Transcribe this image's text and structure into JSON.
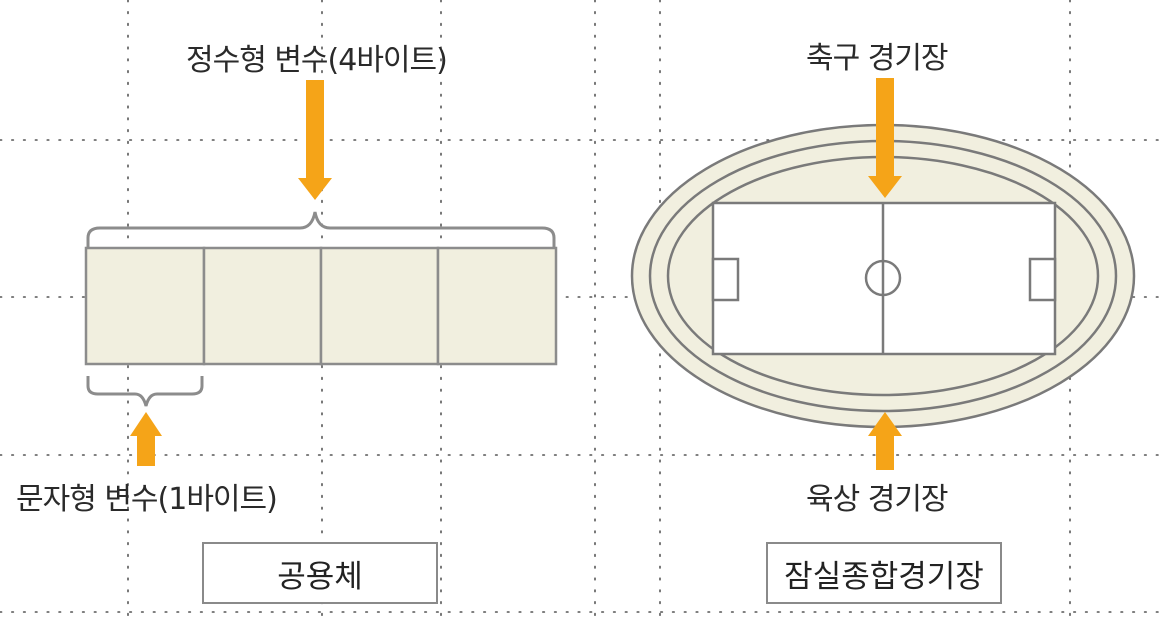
{
  "union_diagram": {
    "int_label": "정수형 변수(4바이트)",
    "char_label": "문자형 변수(1바이트)",
    "caption": "공용체",
    "cell_count": 4
  },
  "stadium_diagram": {
    "soccer_label": "축구 경기장",
    "track_label": "육상 경기장",
    "caption": "잠실종합경기장"
  },
  "colors": {
    "arrow": "#f5a418",
    "fill": "#f1efdf",
    "stroke": "#8c8c8c",
    "dots": "#555555"
  }
}
